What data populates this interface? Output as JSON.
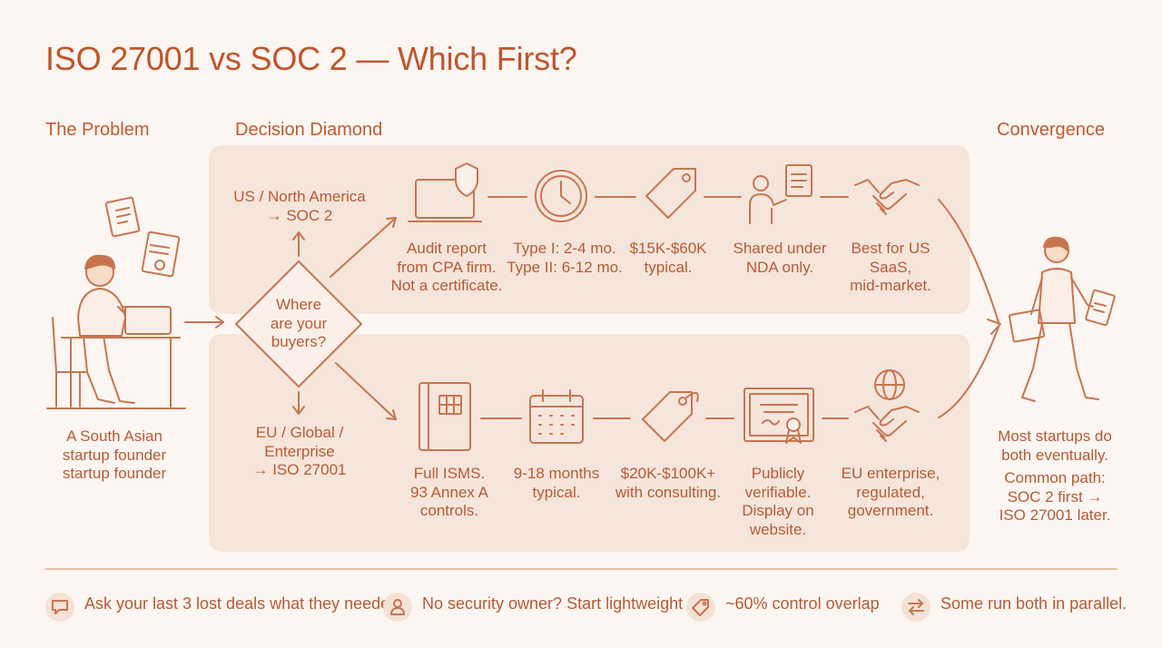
{
  "title": "ISO 27001 vs SOC 2 — Which First?",
  "sections": {
    "problem": "The Problem",
    "decision": "Decision Diamond",
    "convergence": "Convergence"
  },
  "founder_caption": "A South Asian\nstartup founder\nstartup founder",
  "diamond_text": "Where\nare your\nbuyers?",
  "routes": {
    "top": "US / North America\n→ SOC 2",
    "bottom": "EU / Global /\nEnterprise\n→ ISO 27001"
  },
  "soc2_steps": [
    {
      "icon": "laptop-shield-icon",
      "text": "Audit report\nfrom CPA firm.\nNot a certificate."
    },
    {
      "icon": "clock-icon",
      "text": "Type I: 2-4 mo.\nType II: 6-12 mo."
    },
    {
      "icon": "price-tag-icon",
      "text": "$15K-$60K\ntypical."
    },
    {
      "icon": "person-document-icon",
      "text": "Shared under\nNDA only."
    },
    {
      "icon": "handshake-icon",
      "text": "Best for US\nSaaS,\nmid-market."
    }
  ],
  "iso_steps": [
    {
      "icon": "binder-icon",
      "text": "Full ISMS.\n93 Annex A\ncontrols."
    },
    {
      "icon": "calendar-icon",
      "text": "9-18 months\ntypical."
    },
    {
      "icon": "price-tag-icon",
      "text": "$20K-$100K+\nwith consulting."
    },
    {
      "icon": "certificate-icon",
      "text": "Publicly\nverifiable.\nDisplay on\nwebsite."
    },
    {
      "icon": "globe-handshake-icon",
      "text": "EU enterprise,\nregulated,\ngovernment."
    }
  ],
  "convergence_text": "Most startups do\nboth eventually.",
  "common_path": "Common path:\nSOC 2 first →\nISO 27001 later.",
  "tips": [
    {
      "icon": "chat-icon",
      "text": "Ask your last 3 lost deals what they needed"
    },
    {
      "icon": "person-icon",
      "text": "No security owner? Start lightweight"
    },
    {
      "icon": "tag-icon",
      "text": "~60% control overlap"
    },
    {
      "icon": "swap-arrows-icon",
      "text": "Some run both in parallel."
    }
  ]
}
